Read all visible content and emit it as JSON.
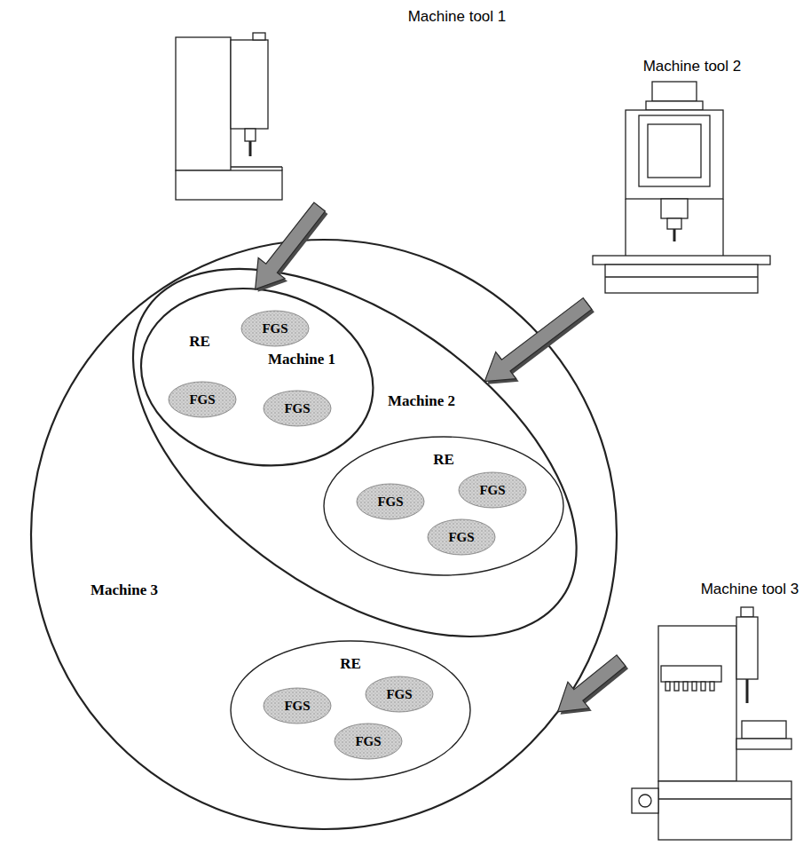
{
  "diagram": {
    "nodes": [
      {
        "text": [
          "Machine tool 1"
        ]
      },
      {
        "text": [
          "Machine tool 2"
        ]
      },
      {
        "text": [
          "Machine 3"
        ]
      },
      {
        "text": [
          "Machine 2"
        ],
        "in": 2
      },
      {
        "text": [
          "RE",
          "Machine 1"
        ],
        "in": 3
      },
      {
        "text": [
          "FGS"
        ],
        "in": 4
      },
      {
        "text": [
          "FGS"
        ],
        "in": 4
      },
      {
        "text": [
          "FGS"
        ],
        "in": 4
      },
      {
        "text": [
          "RE"
        ],
        "in": 3
      },
      {
        "text": [
          "FGS"
        ],
        "in": 8
      },
      {
        "text": [
          "FGS"
        ],
        "in": 8
      },
      {
        "text": [
          "FGS"
        ],
        "in": 8
      },
      {
        "text": [
          "RE"
        ],
        "in": 2
      },
      {
        "text": [
          "FGS"
        ],
        "in": 12
      },
      {
        "text": [
          "FGS"
        ],
        "in": 12
      },
      {
        "text": [
          "FGS"
        ],
        "in": 12
      },
      {
        "text": [
          "Machine tool 3"
        ]
      }
    ],
    "edges": [
      {
        "from": 0,
        "to": 4,
        "arrow": "to"
      },
      {
        "from": 1,
        "to": 3,
        "arrow": "to"
      },
      {
        "from": 16,
        "to": 2,
        "arrow": "to"
      }
    ]
  }
}
